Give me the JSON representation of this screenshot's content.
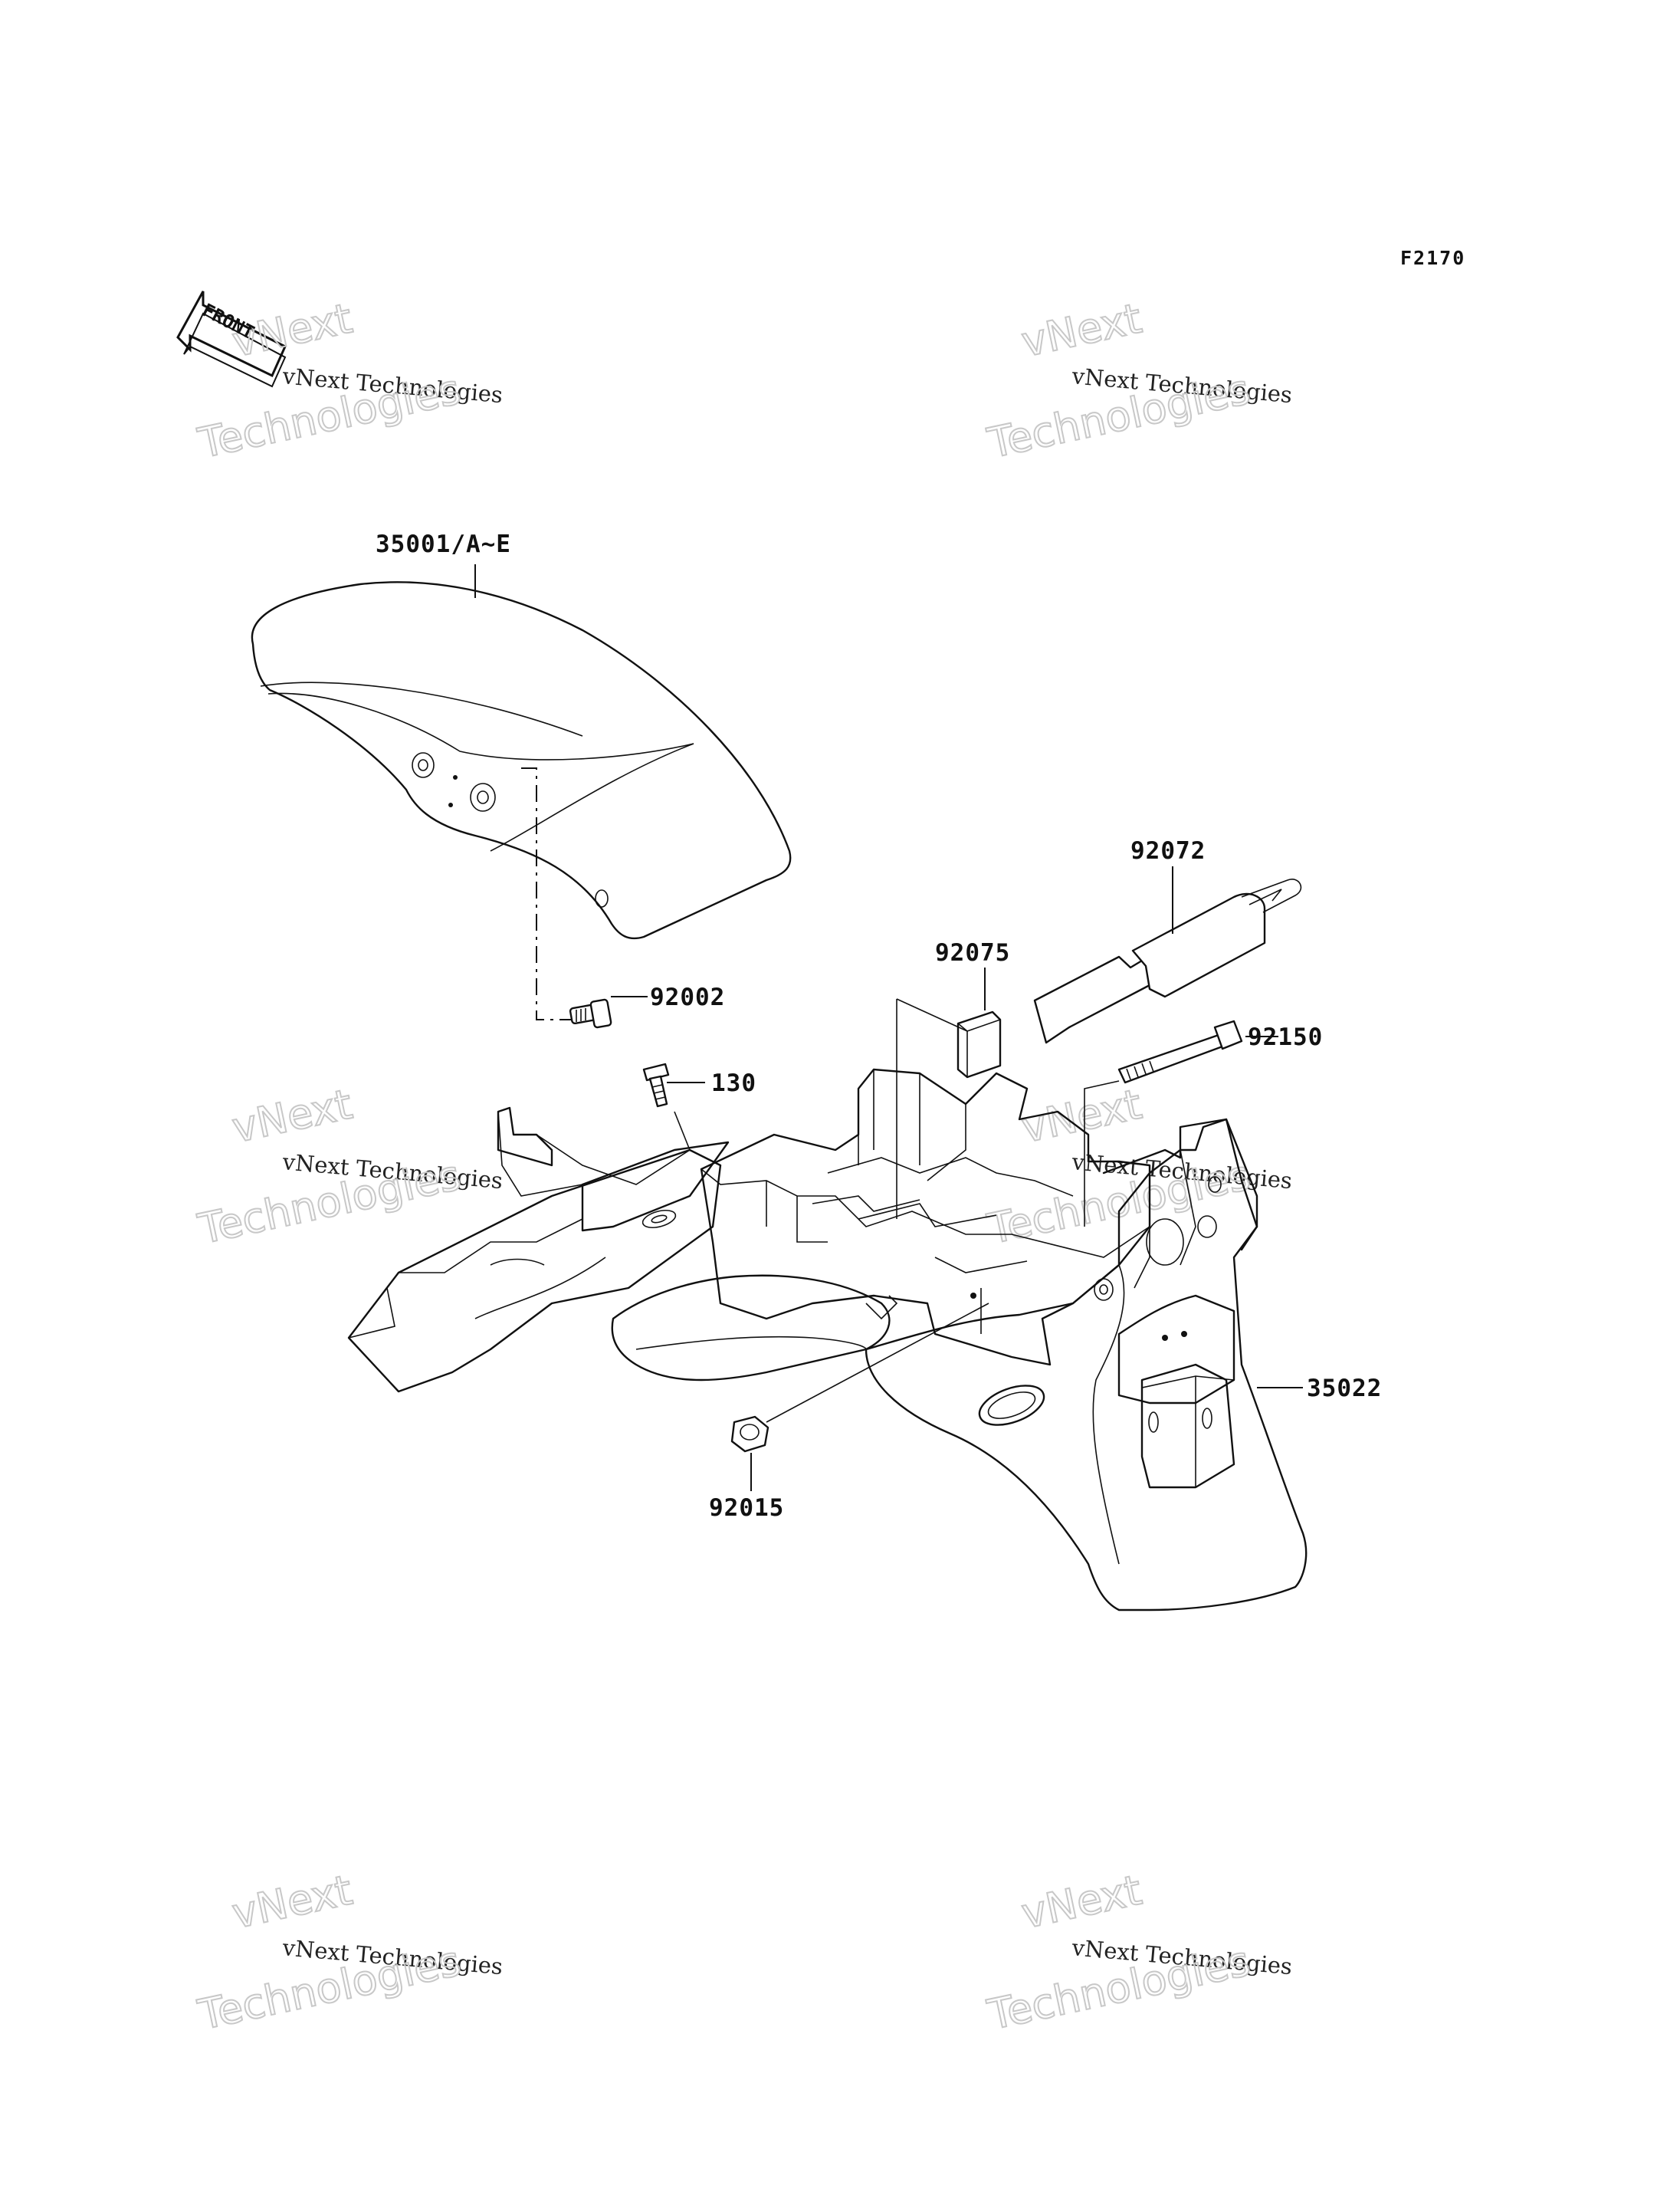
{
  "figure_code": "F2170",
  "front_arrow_label": "FRONT",
  "watermark": {
    "line1": "vNext",
    "line2": "vNext Technologies",
    "line3": "Technologies"
  },
  "part_labels": {
    "front_fender": "35001/A~E",
    "front_bolt": "92002",
    "flange_bolt": "130",
    "damper": "92075",
    "strap": "92072",
    "rear_bolt": "92150",
    "rear_fender": "35022",
    "nut": "92015"
  }
}
